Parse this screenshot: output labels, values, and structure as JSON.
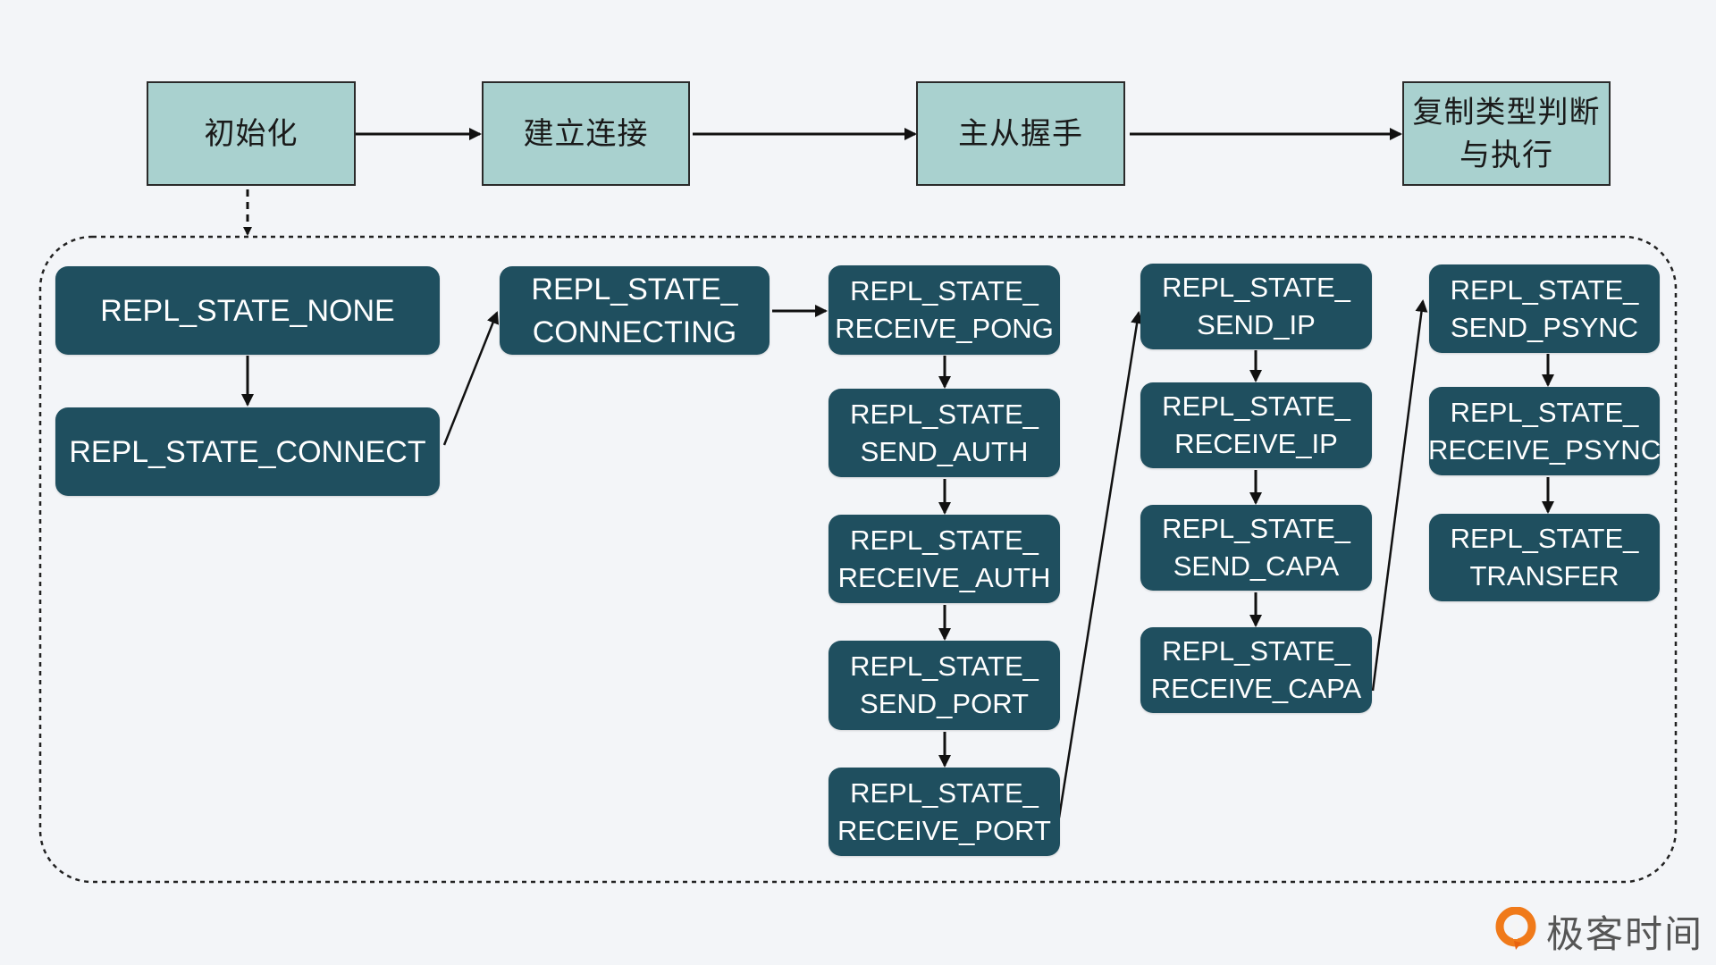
{
  "phases": [
    {
      "id": "init",
      "label": "初始化"
    },
    {
      "id": "connect",
      "label": "建立连接"
    },
    {
      "id": "handshake",
      "label": "主从握手"
    },
    {
      "id": "replication",
      "label": "复制类型判断\n与执行"
    }
  ],
  "states": {
    "none": "REPL_STATE_NONE",
    "connect": "REPL_STATE_CONNECT",
    "connecting": "REPL_STATE_\nCONNECTING",
    "receive_pong": "REPL_STATE_\nRECEIVE_PONG",
    "send_auth": "REPL_STATE_\nSEND_AUTH",
    "receive_auth": "REPL_STATE_\nRECEIVE_AUTH",
    "send_port": "REPL_STATE_\nSEND_PORT",
    "receive_port": "REPL_STATE_\nRECEIVE_PORT",
    "send_ip": "REPL_STATE_\nSEND_IP",
    "receive_ip": "REPL_STATE_\nRECEIVE_IP",
    "send_capa": "REPL_STATE_\nSEND_CAPA",
    "receive_capa": "REPL_STATE_\nRECEIVE_CAPA",
    "send_psync": "REPL_STATE_\nSEND_PSYNC",
    "receive_psync": "REPL_STATE_\nRECEIVE_PSYNC",
    "transfer": "REPL_STATE_\nTRANSFER"
  },
  "edges": [
    [
      "init",
      "connect"
    ],
    [
      "connect",
      "handshake"
    ],
    [
      "handshake",
      "replication"
    ],
    [
      "none",
      "connect_state"
    ],
    [
      "connect_state",
      "connecting"
    ],
    [
      "connecting",
      "receive_pong"
    ],
    [
      "receive_pong",
      "send_auth"
    ],
    [
      "send_auth",
      "receive_auth"
    ],
    [
      "receive_auth",
      "send_port"
    ],
    [
      "send_port",
      "receive_port"
    ],
    [
      "receive_port",
      "send_ip"
    ],
    [
      "send_ip",
      "receive_ip"
    ],
    [
      "receive_ip",
      "send_capa"
    ],
    [
      "send_capa",
      "receive_capa"
    ],
    [
      "receive_capa",
      "send_psync"
    ],
    [
      "send_psync",
      "receive_psync"
    ],
    [
      "receive_psync",
      "transfer"
    ]
  ],
  "colors": {
    "background": "#f3f5f8",
    "phase_fill": "#a9d1cf",
    "state_fill": "#1f4f5f",
    "logo_orange": "#f07a1a"
  },
  "brand": {
    "name": "极客时间",
    "icon": "geektime-logo-icon"
  }
}
